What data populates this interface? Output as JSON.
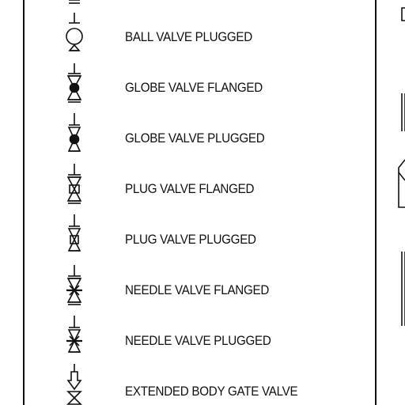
{
  "legend": {
    "items": [
      {
        "key": "ball-valve-plugged",
        "symbol": "ball-valve-plugged-icon",
        "label": "BALL VALVE PLUGGED"
      },
      {
        "key": "globe-valve-flanged",
        "symbol": "globe-valve-flanged-icon",
        "label": "GLOBE VALVE FLANGED"
      },
      {
        "key": "globe-valve-plugged",
        "symbol": "globe-valve-plugged-icon",
        "label": "GLOBE VALVE PLUGGED"
      },
      {
        "key": "plug-valve-flanged",
        "symbol": "plug-valve-flanged-icon",
        "label": "PLUG VALVE FLANGED"
      },
      {
        "key": "plug-valve-plugged",
        "symbol": "plug-valve-plugged-icon",
        "label": "PLUG VALVE PLUGGED"
      },
      {
        "key": "needle-valve-flanged",
        "symbol": "needle-valve-flanged-icon",
        "label": "NEEDLE VALVE FLANGED"
      },
      {
        "key": "needle-valve-plugged",
        "symbol": "needle-valve-plugged-icon",
        "label": "NEEDLE VALVE PLUGGED"
      },
      {
        "key": "extended-body-gate-valve",
        "symbol": "extended-body-gate-valve-icon",
        "label": "EXTENDED BODY GATE VALVE"
      }
    ]
  },
  "colors": {
    "ink": "#111111",
    "background": "#ffffff"
  }
}
